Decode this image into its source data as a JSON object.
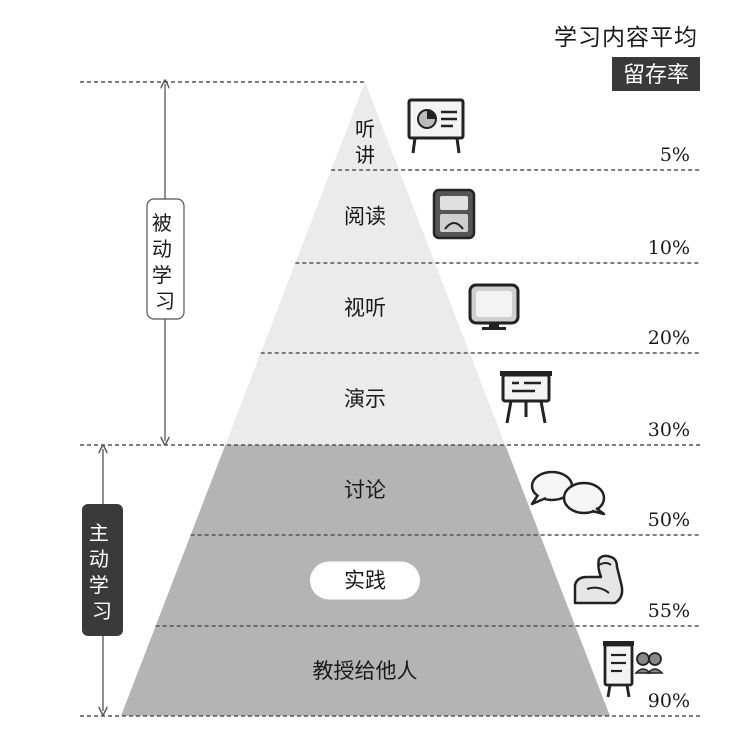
{
  "header": {
    "title": "学习内容平均",
    "badge": "留存率"
  },
  "groups": {
    "passive": "被动学习",
    "active": "主动学习"
  },
  "levels": [
    {
      "label": "听讲",
      "rate": "5%",
      "icon": "presentation-board-icon",
      "kind": "passive"
    },
    {
      "label": "阅读",
      "rate": "10%",
      "icon": "reading-device-icon",
      "kind": "passive"
    },
    {
      "label": "视听",
      "rate": "20%",
      "icon": "monitor-icon",
      "kind": "passive"
    },
    {
      "label": "演示",
      "rate": "30%",
      "icon": "easel-board-icon",
      "kind": "passive"
    },
    {
      "label": "讨论",
      "rate": "50%",
      "icon": "speech-bubbles-icon",
      "kind": "active"
    },
    {
      "label": "实践",
      "rate": "55%",
      "icon": "flexed-arm-icon",
      "kind": "active",
      "highlight": true
    },
    {
      "label": "教授给他人",
      "rate": "90%",
      "icon": "teaching-people-icon",
      "kind": "active"
    }
  ],
  "colors": {
    "passive_fill": "#ebebeb",
    "active_fill": "#b4b4b4",
    "badge_bg": "#3a3a3a",
    "active_tag_bg": "#3a3a3a"
  }
}
